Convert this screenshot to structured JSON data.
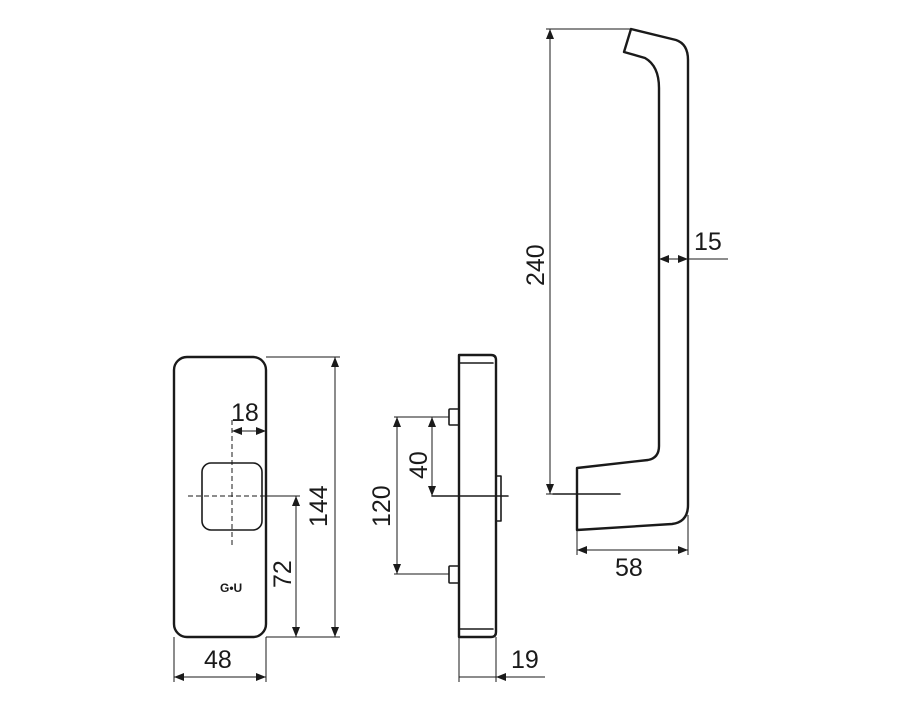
{
  "drawing": {
    "logo_text": "G•U",
    "dimensions": {
      "plate_width": "48",
      "plate_height": "144",
      "square_offset": "18",
      "center_height": "72",
      "screw_spacing": "120",
      "screw_offset": "40",
      "plate_depth": "19",
      "handle_length": "240",
      "handle_thickness": "15",
      "handle_projection": "58"
    }
  }
}
